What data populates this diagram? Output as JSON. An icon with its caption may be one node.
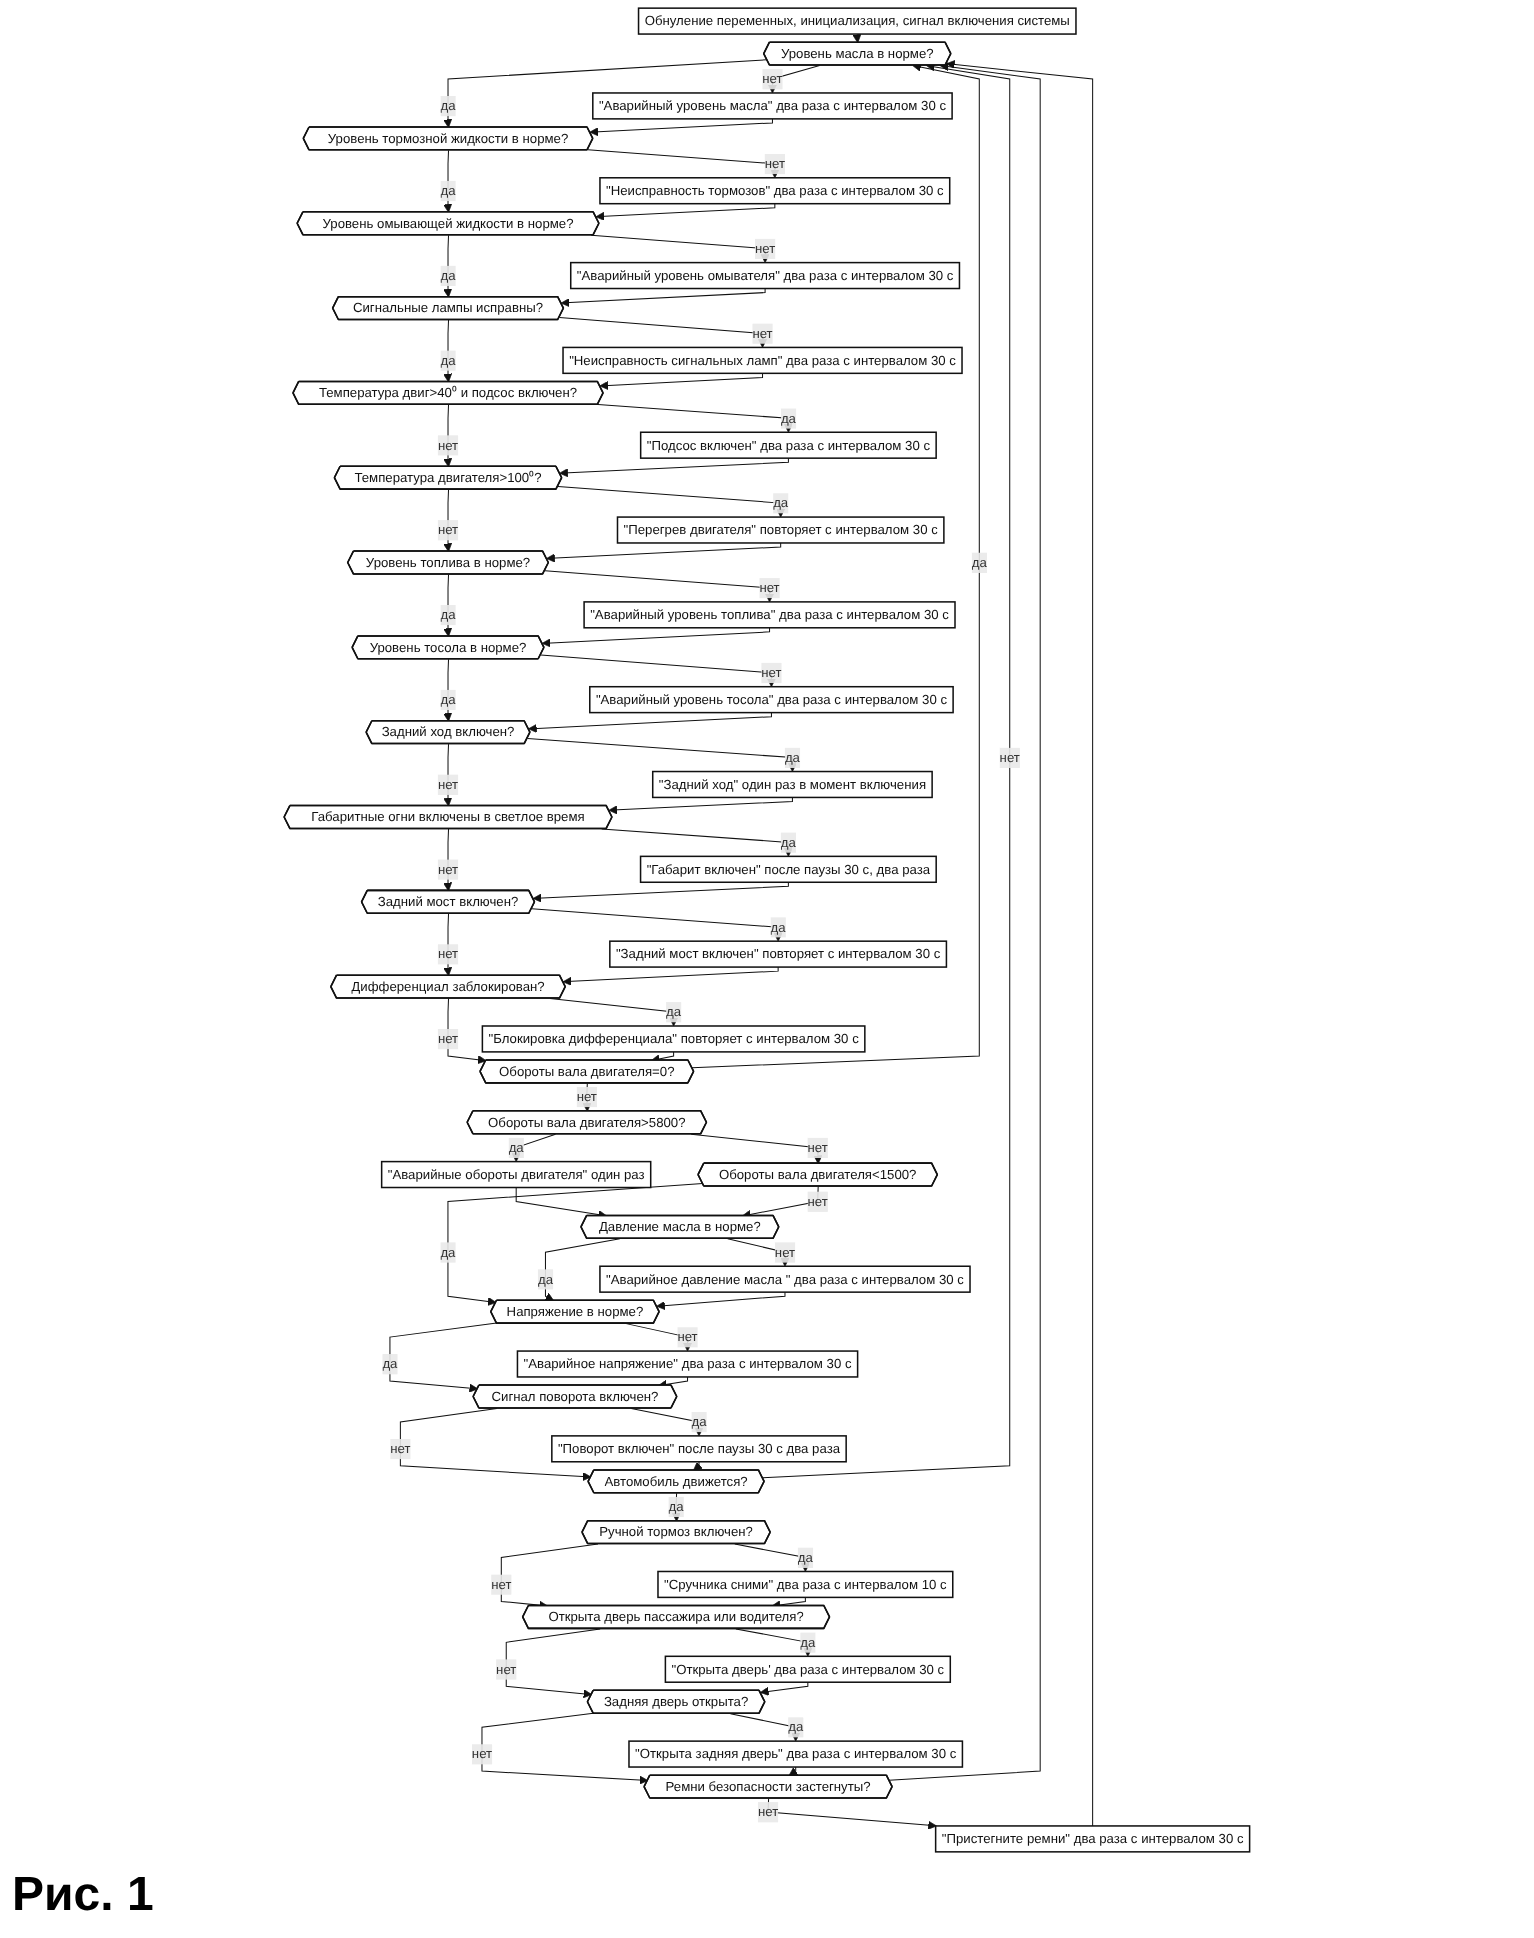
{
  "diagram": {
    "caption": "Рис. 1",
    "nodes": [
      {
        "text": [
          "Обнуление переменных, инициализация, сигнал включения системы"
        ]
      },
      {
        "text": [
          "Уровень масла в норме?"
        ]
      },
      {
        "text": [
          "\"Аварийный уровень масла\" два раза с интервалом 30 с"
        ]
      },
      {
        "text": [
          "Уровень тормозной жидкости в норме?"
        ]
      },
      {
        "text": [
          "\"Неисправность тормозов\" два раза с интервалом 30 с"
        ]
      },
      {
        "text": [
          "Уровень омывающей жидкости в норме?"
        ]
      },
      {
        "text": [
          "\"Аварийный уровень омывателя\" два раза с интервалом 30 с"
        ]
      },
      {
        "text": [
          "Сигнальные лампы исправны?"
        ]
      },
      {
        "text": [
          "\"Неисправность сигнальных ламп\" два раза с интервалом 30 с"
        ]
      },
      {
        "text": [
          "Температура двиг>40⁰ и подсос включен?"
        ]
      },
      {
        "text": [
          "\"Подсос включен\" два раза с интервалом 30 с"
        ]
      },
      {
        "text": [
          "Температура двигателя>100⁰?"
        ]
      },
      {
        "text": [
          "\"Перегрев двигателя\" повторяет с интервалом 30 с"
        ]
      },
      {
        "text": [
          "Уровень топлива в норме?"
        ]
      },
      {
        "text": [
          "\"Аварийный уровень топлива\" два раза с интервалом 30 с"
        ]
      },
      {
        "text": [
          "Уровень тосола в норме?"
        ]
      },
      {
        "text": [
          "\"Аварийный уровень тосола\" два раза с интервалом 30 с"
        ]
      },
      {
        "text": [
          "Задний ход включен?"
        ]
      },
      {
        "text": [
          "\"Задний ход\" один раз в момент включения"
        ]
      },
      {
        "text": [
          "Габаритные огни включены в светлое время"
        ]
      },
      {
        "text": [
          "\"Габарит включен\" после паузы 30 с, два раза"
        ]
      },
      {
        "text": [
          "Задний мост включен?"
        ]
      },
      {
        "text": [
          "\"Задний мост включен\" повторяет с интервалом 30 с"
        ]
      },
      {
        "text": [
          "Дифференциал заблокирован?"
        ]
      },
      {
        "text": [
          "\"Блокировка дифференциала\" повторяет с интервалом 30 с"
        ]
      },
      {
        "text": [
          "Обороты вала двигателя=0?"
        ]
      },
      {
        "text": [
          "Обороты вала двигателя>5800?"
        ]
      },
      {
        "text": [
          "\"Аварийные обороты двигателя\" один раз"
        ]
      },
      {
        "text": [
          "Обороты вала двигателя<1500?"
        ]
      },
      {
        "text": [
          "Давление масла в норме?"
        ]
      },
      {
        "text": [
          "\"Аварийное давление масла \" два раза с интервалом 30 с"
        ]
      },
      {
        "text": [
          "Напряжение в норме?"
        ]
      },
      {
        "text": [
          "\"Аварийное напряжение\" два раза с интервалом 30 с"
        ]
      },
      {
        "text": [
          "Сигнал поворота включен?"
        ]
      },
      {
        "text": [
          "\"Поворот включен\" после паузы 30 с два раза"
        ]
      },
      {
        "text": [
          "Автомобиль движется?"
        ]
      },
      {
        "text": [
          "Ручной тормоз включен?"
        ]
      },
      {
        "text": [
          "\"Сручника сними\" два раза с интервалом 10 с"
        ]
      },
      {
        "text": [
          "Открыта дверь пассажира или водителя?"
        ]
      },
      {
        "text": [
          "\"Открыта дверь' два раза с интервалом 30 с"
        ]
      },
      {
        "text": [
          "Задняя дверь открыта?"
        ]
      },
      {
        "text": [
          "\"Открыта задняя дверь\" два раза с интервалом 30 с"
        ]
      },
      {
        "text": [
          "Ремни безопасности застегнуты?"
        ]
      },
      {
        "text": [
          "\"Пристегните ремни\" два раза с интервалом 30 с"
        ]
      }
    ],
    "edges": [
      {
        "from": 0,
        "to": 1,
        "arrow": "to"
      },
      {
        "from": 1,
        "to": 2,
        "arrow": "to",
        "label": "нет"
      },
      {
        "from": 1,
        "to": 3,
        "arrow": "to",
        "label": "да"
      },
      {
        "from": 2,
        "to": 3,
        "arrow": "to"
      },
      {
        "from": 3,
        "to": 4,
        "arrow": "to",
        "label": "нет"
      },
      {
        "from": 3,
        "to": 5,
        "arrow": "to",
        "label": "да"
      },
      {
        "from": 4,
        "to": 5,
        "arrow": "to"
      },
      {
        "from": 5,
        "to": 6,
        "arrow": "to",
        "label": "нет"
      },
      {
        "from": 5,
        "to": 7,
        "arrow": "to",
        "label": "да"
      },
      {
        "from": 6,
        "to": 7,
        "arrow": "to"
      },
      {
        "from": 7,
        "to": 8,
        "arrow": "to",
        "label": "нет"
      },
      {
        "from": 7,
        "to": 9,
        "arrow": "to",
        "label": "да"
      },
      {
        "from": 8,
        "to": 9,
        "arrow": "to"
      },
      {
        "from": 9,
        "to": 10,
        "arrow": "to",
        "label": "да"
      },
      {
        "from": 9,
        "to": 11,
        "arrow": "to",
        "label": "нет"
      },
      {
        "from": 10,
        "to": 11,
        "arrow": "to"
      },
      {
        "from": 11,
        "to": 12,
        "arrow": "to",
        "label": "да"
      },
      {
        "from": 11,
        "to": 13,
        "arrow": "to",
        "label": "нет"
      },
      {
        "from": 12,
        "to": 13,
        "arrow": "to"
      },
      {
        "from": 13,
        "to": 14,
        "arrow": "to",
        "label": "нет"
      },
      {
        "from": 13,
        "to": 15,
        "arrow": "to",
        "label": "да"
      },
      {
        "from": 14,
        "to": 15,
        "arrow": "to"
      },
      {
        "from": 15,
        "to": 16,
        "arrow": "to",
        "label": "нет"
      },
      {
        "from": 15,
        "to": 17,
        "arrow": "to",
        "label": "да"
      },
      {
        "from": 16,
        "to": 17,
        "arrow": "to"
      },
      {
        "from": 17,
        "to": 18,
        "arrow": "to",
        "label": "да"
      },
      {
        "from": 17,
        "to": 19,
        "arrow": "to",
        "label": "нет"
      },
      {
        "from": 18,
        "to": 19,
        "arrow": "to"
      },
      {
        "from": 19,
        "to": 20,
        "arrow": "to",
        "label": "да"
      },
      {
        "from": 19,
        "to": 21,
        "arrow": "to",
        "label": "нет"
      },
      {
        "from": 20,
        "to": 21,
        "arrow": "to"
      },
      {
        "from": 21,
        "to": 22,
        "arrow": "to",
        "label": "да"
      },
      {
        "from": 21,
        "to": 23,
        "arrow": "to",
        "label": "нет"
      },
      {
        "from": 22,
        "to": 23,
        "arrow": "to"
      },
      {
        "from": 23,
        "to": 24,
        "arrow": "to",
        "label": "да"
      },
      {
        "from": 23,
        "to": 25,
        "arrow": "to",
        "label": "нет"
      },
      {
        "from": 24,
        "to": 25,
        "arrow": "to"
      },
      {
        "from": 25,
        "to": 1,
        "arrow": "to",
        "label": "да"
      },
      {
        "from": 25,
        "to": 26,
        "arrow": "to",
        "label": "нет"
      },
      {
        "from": 26,
        "to": 27,
        "arrow": "to",
        "label": "да"
      },
      {
        "from": 26,
        "to": 28,
        "arrow": "to",
        "label": "нет"
      },
      {
        "from": 27,
        "to": 29,
        "arrow": "to"
      },
      {
        "from": 28,
        "to": 31,
        "arrow": "to",
        "label": "да"
      },
      {
        "from": 28,
        "to": 29,
        "arrow": "to",
        "label": "нет"
      },
      {
        "from": 29,
        "to": 30,
        "arrow": "to",
        "label": "нет"
      },
      {
        "from": 29,
        "to": 31,
        "arrow": "to",
        "label": "да"
      },
      {
        "from": 30,
        "to": 31,
        "arrow": "to"
      },
      {
        "from": 31,
        "to": 32,
        "arrow": "to",
        "label": "нет"
      },
      {
        "from": 31,
        "to": 33,
        "arrow": "to",
        "label": "да"
      },
      {
        "from": 32,
        "to": 33,
        "arrow": "to"
      },
      {
        "from": 33,
        "to": 34,
        "arrow": "to",
        "label": "да"
      },
      {
        "from": 33,
        "to": 35,
        "arrow": "to",
        "label": "нет"
      },
      {
        "from": 34,
        "to": 35,
        "arrow": "to"
      },
      {
        "from": 35,
        "to": 1,
        "arrow": "to",
        "label": "нет"
      },
      {
        "from": 35,
        "to": 36,
        "arrow": "to",
        "label": "да"
      },
      {
        "from": 36,
        "to": 37,
        "arrow": "to",
        "label": "да"
      },
      {
        "from": 36,
        "to": 38,
        "arrow": "to",
        "label": "нет"
      },
      {
        "from": 37,
        "to": 38,
        "arrow": "to"
      },
      {
        "from": 38,
        "to": 39,
        "arrow": "to",
        "label": "да"
      },
      {
        "from": 38,
        "to": 40,
        "arrow": "to",
        "label": "нет"
      },
      {
        "from": 39,
        "to": 40,
        "arrow": "to"
      },
      {
        "from": 40,
        "to": 41,
        "arrow": "to",
        "label": "да"
      },
      {
        "from": 40,
        "to": 42,
        "arrow": "to",
        "label": "нет"
      },
      {
        "from": 41,
        "to": 42,
        "arrow": "to"
      },
      {
        "from": 42,
        "to": 43,
        "arrow": "to",
        "label": "нет"
      },
      {
        "from": 42,
        "to": 1,
        "arrow": "to"
      },
      {
        "from": 43,
        "to": 1,
        "arrow": "to"
      }
    ]
  }
}
